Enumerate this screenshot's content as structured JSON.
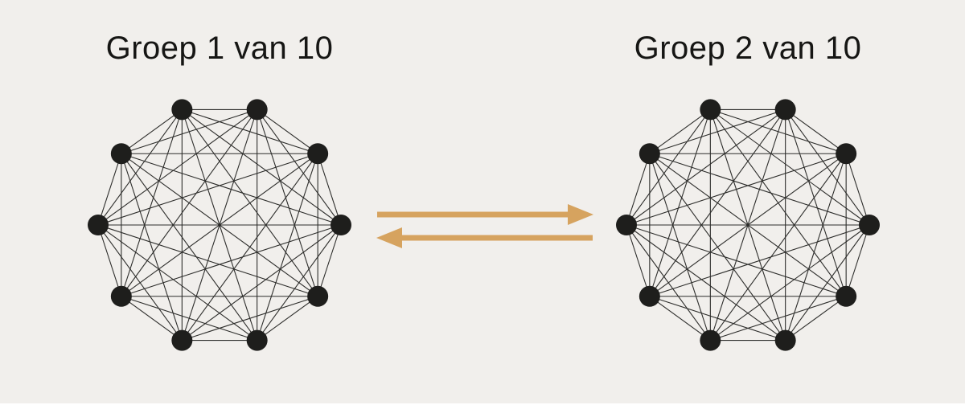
{
  "page": {
    "background": "#f1efec",
    "footer_strip_color": "#ffffff"
  },
  "groups": [
    {
      "label": "Groep 1 van 10",
      "node_count": 10
    },
    {
      "label": "Groep 2 van 10",
      "node_count": 10
    }
  ],
  "graph_style": {
    "node_color": "#1e1e1c",
    "edge_color": "#2d2d2b",
    "node_radius": 13,
    "layout_radius": 151,
    "edge_width": 1.1
  },
  "arrows": {
    "color": "#d6a35f",
    "icons": [
      "arrow-right",
      "arrow-left"
    ]
  }
}
